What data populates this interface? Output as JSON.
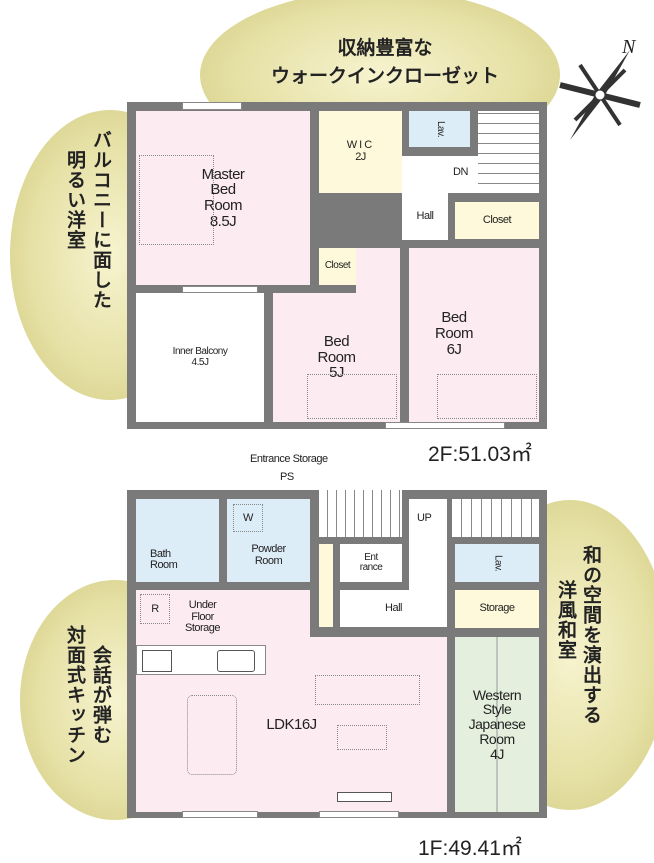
{
  "callouts": {
    "top": [
      "収納豊富な",
      "ウォークインクローゼット"
    ],
    "left_top": [
      "バルコニーに面した",
      "明るい洋室"
    ],
    "right_bottom": [
      "和の空間を演出する",
      "洋風和室"
    ],
    "left_bottom": [
      "会話が弾む",
      "対面式キッチン"
    ]
  },
  "compass": {
    "label": "N"
  },
  "floor2": {
    "area": "2F:51.03㎡",
    "rooms": {
      "master": [
        "Master",
        "Bed",
        "Room",
        "8.5J"
      ],
      "wic": [
        "WIC",
        "2J"
      ],
      "lav": "Lav.",
      "dn": "DN",
      "hall": "Hall",
      "closet_right": "Closet",
      "closet_mid": "Closet",
      "inner_balcony": [
        "Inner Balcony",
        "4.5J"
      ],
      "bed5": [
        "Bed",
        "Room",
        "5J"
      ],
      "bed6": [
        "Bed",
        "Room",
        "6J"
      ]
    }
  },
  "floor1": {
    "area": "1F:49.41㎡",
    "rooms": {
      "entrance_storage": "Entrance Storage",
      "ps": "PS",
      "bath": [
        "Bath",
        "Room"
      ],
      "powder": [
        "Powder",
        "Room"
      ],
      "washer": "W",
      "entrance": [
        "Ent",
        "rance"
      ],
      "up": "UP",
      "lav": "Lav.",
      "hall": "Hall",
      "storage": "Storage",
      "fridge": "R",
      "under_floor": [
        "Under",
        "Floor",
        "Storage"
      ],
      "ldk": "LDK16J",
      "japanese": [
        "Western",
        "Style",
        "Japanese",
        "Room",
        "4J"
      ]
    }
  }
}
